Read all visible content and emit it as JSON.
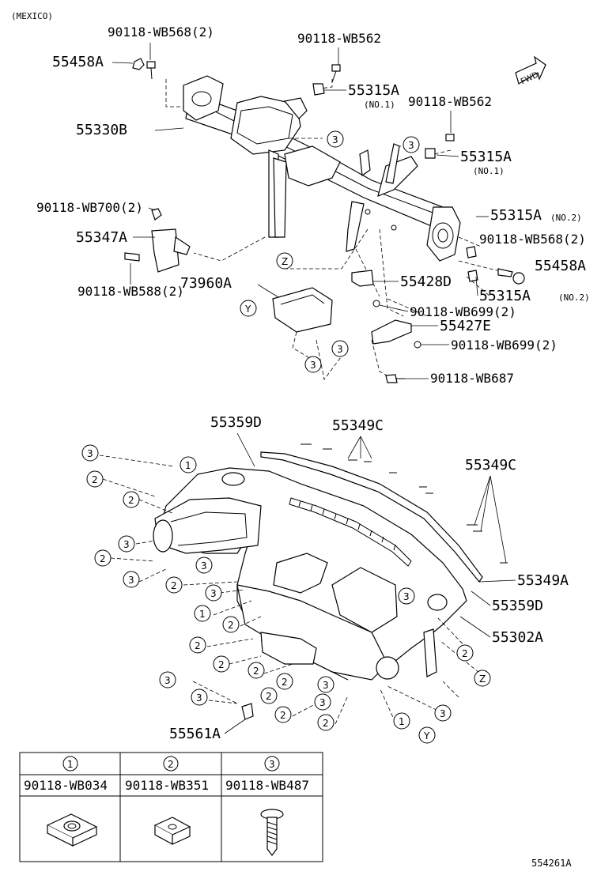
{
  "region": "(MEXICO)",
  "fwd": "FWD",
  "drawing_code": "554261A",
  "upper_parts": [
    {
      "code": "90118-WB568(2)"
    },
    {
      "code": "55458A"
    },
    {
      "code": "90118-WB562"
    },
    {
      "code": "55315A"
    },
    {
      "code": "(NO.1)"
    },
    {
      "code": "55330B"
    },
    {
      "code": "90118-WB562"
    },
    {
      "code": "55315A"
    },
    {
      "code": "(NO.1)"
    },
    {
      "code": "90118-WB700(2)"
    },
    {
      "code": "55347A"
    },
    {
      "code": "55315A"
    },
    {
      "code": "(NO.2)"
    },
    {
      "code": "90118-WB568(2)"
    },
    {
      "code": "55458A"
    },
    {
      "code": "90118-WB588(2)"
    },
    {
      "code": "73960A"
    },
    {
      "code": "55428D"
    },
    {
      "code": "55315A"
    },
    {
      "code": "(NO.2)"
    },
    {
      "code": "90118-WB699(2)"
    },
    {
      "code": "55427E"
    },
    {
      "code": "90118-WB699(2)"
    },
    {
      "code": "90118-WB687"
    }
  ],
  "lower_parts": [
    {
      "code": "55359D"
    },
    {
      "code": "55349C"
    },
    {
      "code": "55349C"
    },
    {
      "code": "55349A"
    },
    {
      "code": "55359D"
    },
    {
      "code": "55302A"
    },
    {
      "code": "55561A"
    }
  ],
  "callouts": {
    "one": "1",
    "two": "2",
    "three": "3",
    "y": "Y",
    "z": "Z"
  },
  "fastener_table": [
    {
      "ref": "1",
      "code": "90118-WB034",
      "icon": "clip-nut-icon"
    },
    {
      "ref": "2",
      "code": "90118-WB351",
      "icon": "square-nut-icon"
    },
    {
      "ref": "3",
      "code": "90118-WB487",
      "icon": "screw-icon"
    }
  ]
}
